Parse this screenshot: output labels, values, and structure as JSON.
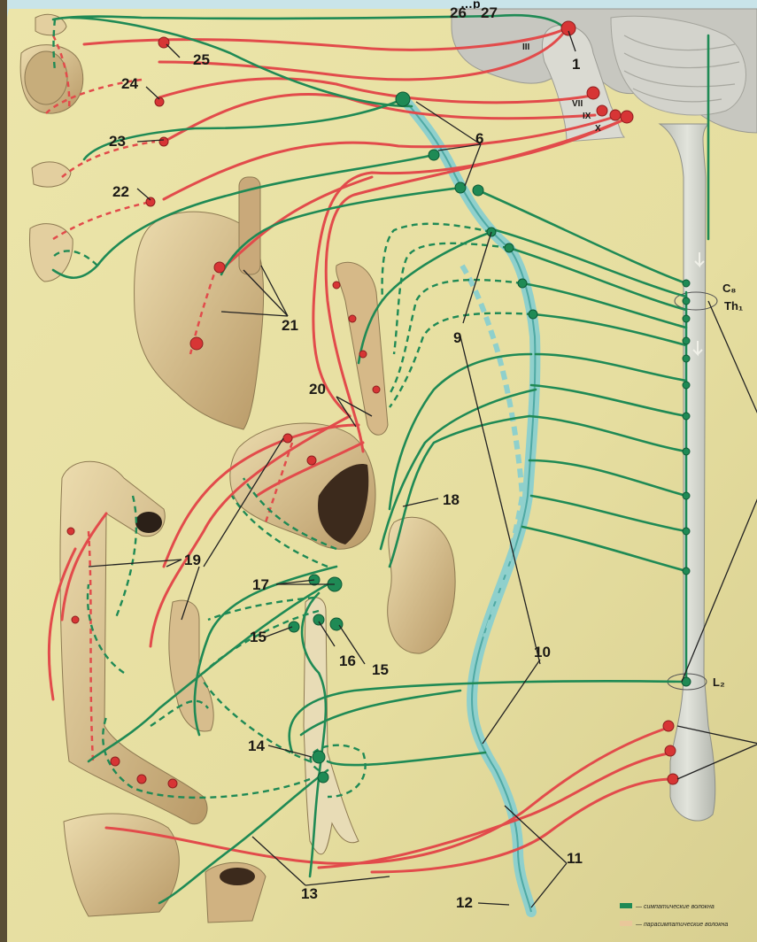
{
  "image_title": "…р",
  "labels": {
    "l1": "1",
    "l6": "6",
    "l9": "9",
    "l10": "10",
    "l11": "11",
    "l12": "12",
    "l13": "13",
    "l14": "14",
    "l15a": "15",
    "l15b": "15",
    "l16": "16",
    "l17": "17",
    "l18": "18",
    "l19": "19",
    "l20": "20",
    "l21": "21",
    "l22": "22",
    "l23": "23",
    "l24": "24",
    "l25": "25",
    "l26": "26",
    "l27": "27"
  },
  "cranial_nerves": {
    "n3": "III",
    "n7": "VII",
    "n9": "IX",
    "n10": "X"
  },
  "spinal_levels": {
    "c8": "C₈",
    "th1": "Th₁",
    "l2": "L₂"
  },
  "legend": {
    "sympathetic": "— симпатические волокна",
    "parasympathetic": "— парасимпатические волокна"
  },
  "colors": {
    "background": "#c9e4e9",
    "paper": "#e9e2a6",
    "sympathetic": "#1f8a55",
    "parasympathetic": "#e24b4b",
    "ganglion_chain": "#8fd0cc",
    "organ": "#d9c08e"
  }
}
